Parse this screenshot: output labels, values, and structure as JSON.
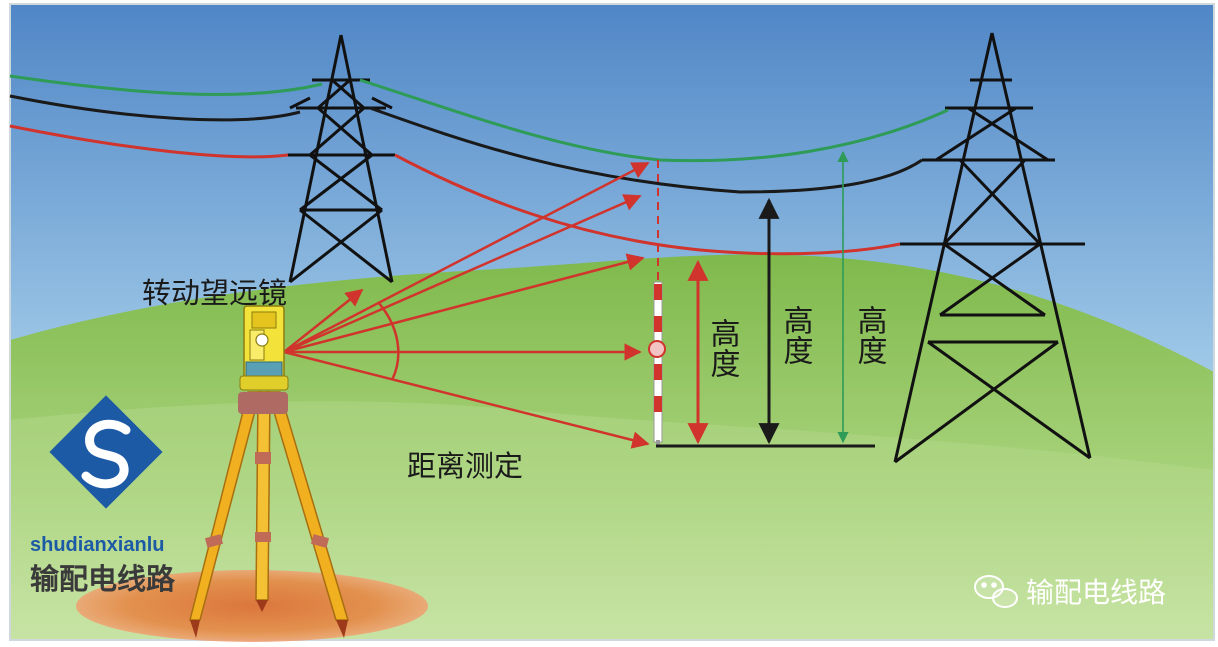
{
  "labels": {
    "rotate_telescope": "转动望远镜",
    "distance_measure": "距离测定",
    "height_1": "高度",
    "height_2": "高度",
    "height_3": "高度"
  },
  "logo": {
    "latin": "shudianxianlu",
    "chinese": "输配电线路"
  },
  "watermark": {
    "text": "输配电线路"
  },
  "colors": {
    "sky_top": "#5b8fc9",
    "sky_bottom": "#d8ecf4",
    "grass": "#8bc05a",
    "wire_green": "#2e9b57",
    "wire_black": "#1a1a1a",
    "wire_red": "#d0342c",
    "logo_blue": "#1d5aa6",
    "tripod": "#f0b020"
  },
  "icons": {
    "logo": "diamond-s-logo-icon",
    "watermark": "wechat-icon"
  }
}
